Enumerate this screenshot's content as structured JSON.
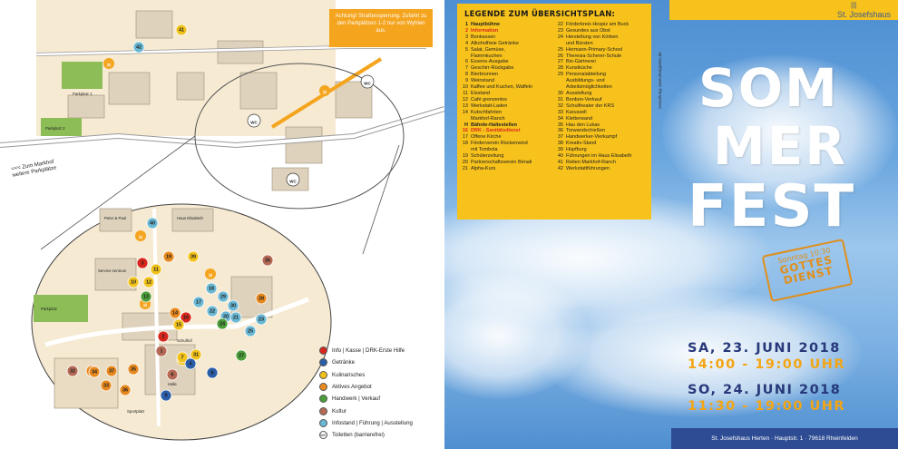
{
  "map": {
    "callout": "Achtung! Straßensperrung. Zufahrt zu den Parkplätzen 1-2 nur von Wyhlen aus.",
    "markhof_line1": "<<< Zum Markhof",
    "markhof_line2": "weitere Parkplätze",
    "labels": {
      "sportplatz": "Sportplatz",
      "schulhof": "Schulhof",
      "halle": "Halle",
      "parkplatz": "Parkplatz",
      "parkplatz2": "Parkplatz 2",
      "parkplatz1": "Parkplatz 1",
      "peter_paul": "Peter & Paul",
      "haus_elisabeth": "Haus Elisabeth",
      "servicezentrum": "Service-zentrum",
      "wc": "WC",
      "h": "H"
    },
    "legend": [
      {
        "color": "#d8261c",
        "label": "Info | Kasse | DRK-Erste Hilfe"
      },
      {
        "color": "#2b5ea8",
        "label": "Getränke"
      },
      {
        "color": "#f1c21b",
        "label": "Kulinarisches"
      },
      {
        "color": "#e8891f",
        "label": "Aktives Angebot"
      },
      {
        "color": "#4c9e3a",
        "label": "Handwerk | Verkauf"
      },
      {
        "color": "#b66a55",
        "label": "Kultur"
      },
      {
        "color": "#6ab8d4",
        "label": "Infostand | Führung | Ausstellung"
      },
      {
        "color": "#ffffff",
        "label": "Toiletten (barrierefrei)",
        "wc": "WC"
      }
    ],
    "markers_top": [
      {
        "n": "41",
        "color": "#f1c21b"
      },
      {
        "n": "42",
        "color": "#6ab8d4"
      }
    ],
    "markers_zoom": [
      {
        "n": "40",
        "color": "#6ab8d4"
      },
      {
        "n": "19",
        "color": "#e8891f"
      },
      {
        "n": "39",
        "color": "#f1c21b"
      },
      {
        "n": "3",
        "color": "#d8261c"
      },
      {
        "n": "11",
        "color": "#f1c21b"
      },
      {
        "n": "10",
        "color": "#f1c21b"
      },
      {
        "n": "12",
        "color": "#f1c21b"
      },
      {
        "n": "13",
        "color": "#4c9e3a"
      },
      {
        "n": "26",
        "color": "#b66a55"
      },
      {
        "n": "18",
        "color": "#6ab8d4"
      },
      {
        "n": "17",
        "color": "#6ab8d4"
      },
      {
        "n": "29",
        "color": "#6ab8d4"
      },
      {
        "n": "28",
        "color": "#e8891f"
      },
      {
        "n": "30",
        "color": "#6ab8d4"
      },
      {
        "n": "22",
        "color": "#6ab8d4"
      },
      {
        "n": "23",
        "color": "#6ab8d4"
      },
      {
        "n": "20",
        "color": "#6ab8d4"
      },
      {
        "n": "24",
        "color": "#4c9e3a"
      },
      {
        "n": "21",
        "color": "#6ab8d4"
      },
      {
        "n": "25",
        "color": "#6ab8d4"
      },
      {
        "n": "16",
        "color": "#d8261c"
      },
      {
        "n": "14",
        "color": "#e8891f"
      },
      {
        "n": "15",
        "color": "#f1c21b"
      },
      {
        "n": "27",
        "color": "#4c9e3a"
      },
      {
        "n": "1",
        "color": "#b66a55"
      },
      {
        "n": "2",
        "color": "#d8261c"
      },
      {
        "n": "5",
        "color": "#f1c21b"
      },
      {
        "n": "6",
        "color": "#b66a55"
      },
      {
        "n": "7",
        "color": "#f1c21b"
      },
      {
        "n": "31",
        "color": "#f1c21b"
      },
      {
        "n": "4",
        "color": "#2b5ea8"
      },
      {
        "n": "8",
        "color": "#2b5ea8"
      },
      {
        "n": "9",
        "color": "#2b5ea8"
      },
      {
        "n": "32",
        "color": "#b66a55"
      },
      {
        "n": "38",
        "color": "#e8891f"
      },
      {
        "n": "37",
        "color": "#e8891f"
      },
      {
        "n": "35",
        "color": "#e8891f"
      },
      {
        "n": "33",
        "color": "#e8891f"
      },
      {
        "n": "36",
        "color": "#e8891f"
      },
      {
        "n": "34",
        "color": "#e8891f"
      }
    ]
  },
  "poster": {
    "legend_title": "LEGENDE ZUM ÜBERSICHTSPLAN:",
    "legend_left": [
      {
        "n": "1",
        "text": "Hauptbühne",
        "style": "bold"
      },
      {
        "n": "2",
        "text": "Information",
        "style": "red"
      },
      {
        "n": "3",
        "text": "Bonkassen"
      },
      {
        "n": "4",
        "text": "Alkoholfreie Getränke"
      },
      {
        "n": "5",
        "text": "Salat, Gemüse,"
      },
      {
        "n": "",
        "text": "Flammkuchen"
      },
      {
        "n": "6",
        "text": "Essens-Ausgabe"
      },
      {
        "n": "7",
        "text": "Geschirr-Rückgabe"
      },
      {
        "n": "8",
        "text": "Bierbrunnen"
      },
      {
        "n": "9",
        "text": "Weinstand"
      },
      {
        "n": "10",
        "text": "Kaffee und Kuchen, Waffeln"
      },
      {
        "n": "11",
        "text": "Eisstand"
      },
      {
        "n": "12",
        "text": "Café grenzenlos"
      },
      {
        "n": "13",
        "text": "Werkstatt-Laden"
      },
      {
        "n": "14",
        "text": "Kutschfahrten"
      },
      {
        "n": "",
        "text": "Markhof-Ranch"
      },
      {
        "n": "H",
        "text": "Bähnle-Haltestellen",
        "style": "bold"
      },
      {
        "n": "16",
        "text": "DRK - Sanitätsdienst",
        "style": "red"
      },
      {
        "n": "17",
        "text": "Offene Kirche"
      },
      {
        "n": "18",
        "text": "Förderverein Rückenwind"
      },
      {
        "n": "",
        "text": "mit Tombola"
      },
      {
        "n": "19",
        "text": "Schülerzeitung"
      },
      {
        "n": "20",
        "text": "Partnerschaftsverein Bénali"
      },
      {
        "n": "21",
        "text": "Alpha-Kurs"
      }
    ],
    "legend_right": [
      {
        "n": "22",
        "text": "Förderkreis Hospiz am Buck"
      },
      {
        "n": "23",
        "text": "Gesundes aus Obst"
      },
      {
        "n": "24",
        "text": "Herstellung von Körben"
      },
      {
        "n": "",
        "text": "und Bürsten"
      },
      {
        "n": "25",
        "text": "Hermann-Primary-School"
      },
      {
        "n": "26",
        "text": "Theresia-Scherer-Schule"
      },
      {
        "n": "27",
        "text": "Bio-Gärtnerei"
      },
      {
        "n": "28",
        "text": "Kunstküche"
      },
      {
        "n": "29",
        "text": "Personalabteilung"
      },
      {
        "n": "",
        "text": "Ausbildungs- und"
      },
      {
        "n": "",
        "text": "Arbeitsmöglichkeiten"
      },
      {
        "n": "30",
        "text": "Ausstellung"
      },
      {
        "n": "31",
        "text": "Bonbon-Verkauf"
      },
      {
        "n": "32",
        "text": "Schultheater der KRS"
      },
      {
        "n": "33",
        "text": "Karussell"
      },
      {
        "n": "34",
        "text": "Kletterwand"
      },
      {
        "n": "35",
        "text": "Hau den Lukas"
      },
      {
        "n": "36",
        "text": "Torwandschießen"
      },
      {
        "n": "37",
        "text": "Handwerker-Vierkampf"
      },
      {
        "n": "38",
        "text": "Kreativ-Stand"
      },
      {
        "n": "39",
        "text": "Hüpfburg"
      },
      {
        "n": "40",
        "text": "Führungen im Haus Elisabeth"
      },
      {
        "n": "41",
        "text": "Reiten Markhof-Ranch"
      },
      {
        "n": "42",
        "text": "Werkstattführungen"
      }
    ],
    "credit": "Gestaltung: www.designsleu.de",
    "logo": "St. Josefshaus",
    "logo_icon": "|||",
    "title_line1": "SOM",
    "title_line2": "MER",
    "title_line3": "FEST",
    "stamp_line1": "Sonntag 10:30",
    "stamp_line2": "GOTTES",
    "stamp_line3": "DIENST",
    "date1": "SA, 23. JUNI 2018",
    "time1": "14:00 - 19:00 UHR",
    "date2": "SO, 24. JUNI 2018",
    "time2": "11:30 - 19:00 UHR",
    "footer": "St. Josefshaus Herten · Hauptstr. 1 · 79618 Rheinfelden",
    "colors": {
      "yellow": "#f7c21b",
      "navy": "#27397a",
      "orange": "#f3a514",
      "footer": "#2d4c93"
    }
  }
}
